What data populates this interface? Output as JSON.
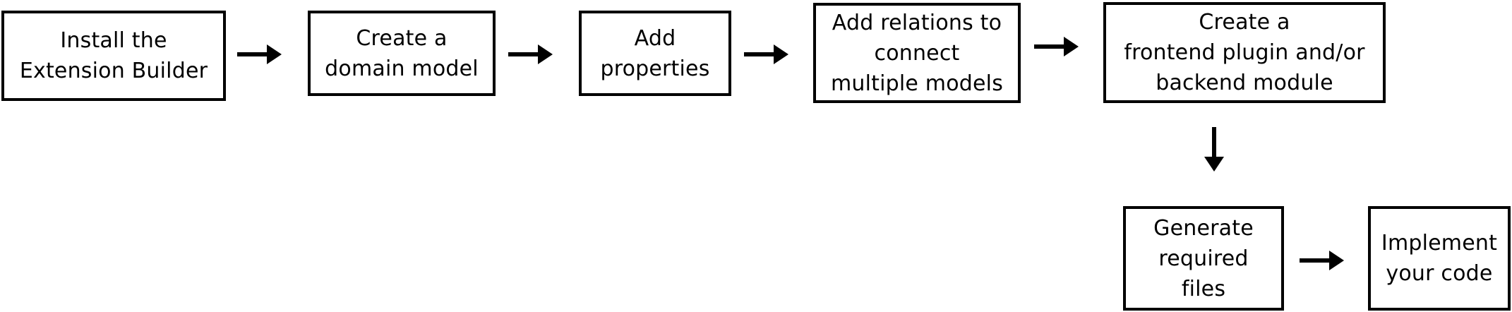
{
  "steps": [
    {
      "id": "install",
      "label": "Install the\nExtension Builder"
    },
    {
      "id": "domain-model",
      "label": "Create a\ndomain model"
    },
    {
      "id": "properties",
      "label": "Add\nproperties"
    },
    {
      "id": "relations",
      "label": "Add relations to\nconnect\nmultiple models"
    },
    {
      "id": "plugin-module",
      "label": "Create a\nfrontend plugin and/or\nbackend module"
    },
    {
      "id": "generate",
      "label": "Generate\nrequired\nfiles"
    },
    {
      "id": "implement",
      "label": "Implement\nyour code"
    }
  ],
  "arrows": [
    {
      "from": "install",
      "to": "domain-model",
      "direction": "right"
    },
    {
      "from": "domain-model",
      "to": "properties",
      "direction": "right"
    },
    {
      "from": "properties",
      "to": "relations",
      "direction": "right"
    },
    {
      "from": "relations",
      "to": "plugin-module",
      "direction": "right"
    },
    {
      "from": "plugin-module",
      "to": "generate",
      "direction": "down"
    },
    {
      "from": "generate",
      "to": "implement",
      "direction": "right"
    }
  ],
  "colors": {
    "stroke": "#000000",
    "fill": "#ffffff"
  }
}
